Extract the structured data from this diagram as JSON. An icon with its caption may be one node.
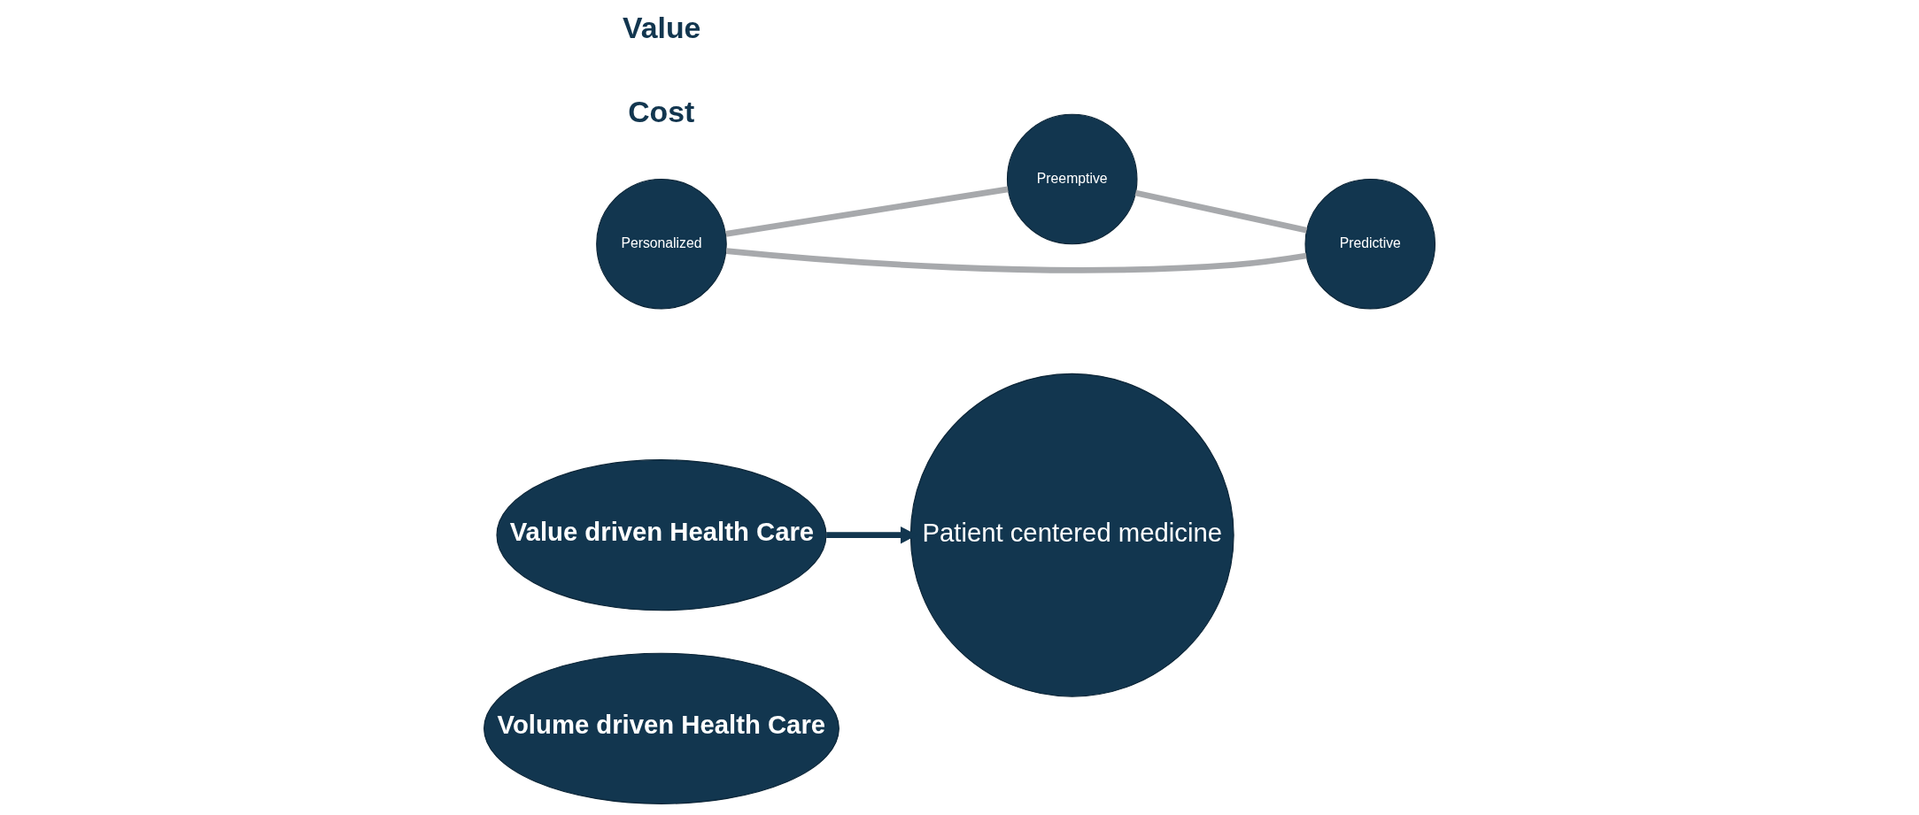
{
  "diagram": {
    "nodes": [
      {
        "text": [
          "Volume driven Health Care"
        ]
      },
      {
        "text": [
          "Value driven Health Care"
        ]
      },
      {
        "text": [
          "Patient centered medicine"
        ]
      },
      {
        "text": [
          "Personalized"
        ]
      },
      {
        "text": [
          "Predictive"
        ]
      },
      {
        "text": [
          "Preemptive"
        ]
      }
    ],
    "edges": [
      {
        "from": 1,
        "to": 2,
        "arrow": "to",
        "color": "#12364f"
      },
      {
        "from": 3,
        "to": 5,
        "arrow": "none"
      },
      {
        "from": 5,
        "to": 4,
        "arrow": "none"
      },
      {
        "from": 4,
        "to": 3,
        "arrow": "none"
      }
    ],
    "labels": [
      "Cost",
      "Value"
    ]
  }
}
